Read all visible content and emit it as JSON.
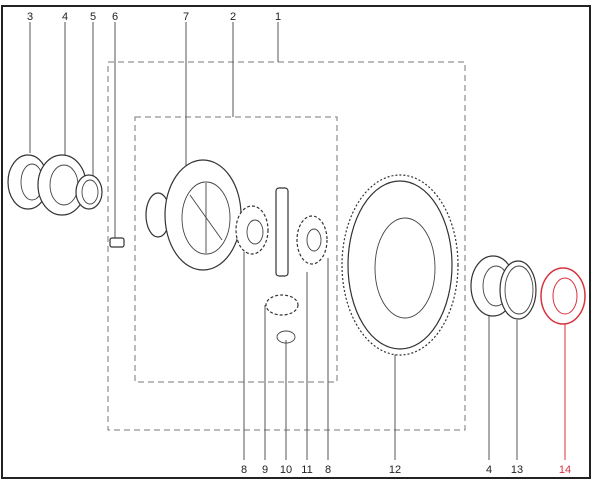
{
  "diagram": {
    "type": "exploded-parts-diagram",
    "highlight_color": "#d8323c",
    "top_callouts": [
      "3",
      "4",
      "5",
      "6",
      "7",
      "2",
      "1"
    ],
    "bottom_callouts": [
      "8",
      "9",
      "10",
      "11",
      "8",
      "12",
      "4",
      "13",
      "14"
    ],
    "highlighted_callout": "14"
  }
}
